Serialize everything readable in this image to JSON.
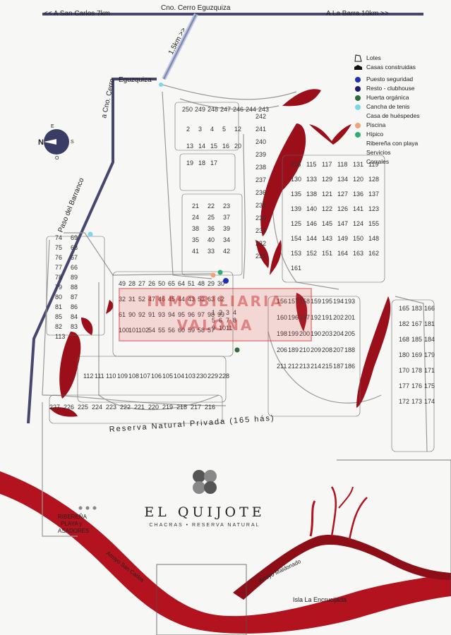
{
  "top_bar": {
    "left_label": "<< A San Carlos 7km",
    "center_label": "Cno. Cerro Eguzquiza",
    "right_label": "A La Barra 10km >>"
  },
  "roads": {
    "km_label": "1,5km >>",
    "eguzquiza": "Eguzquiza",
    "cno_cerro": "a Cno. Cerro",
    "paso_barranco": "Paso del Barranco"
  },
  "compass": {
    "north": "N",
    "east": "E",
    "south": "S",
    "west": "O"
  },
  "legend": [
    {
      "icon": "lot-outline-icon",
      "label": "Lotes"
    },
    {
      "icon": "house-icon",
      "label": "Casas construidas"
    },
    {
      "icon": "dot",
      "color": "#1f2fb5",
      "label": "Puesto seguridad"
    },
    {
      "icon": "dot",
      "color": "#1d1d6b",
      "label": "Resto - clubhouse"
    },
    {
      "icon": "dot",
      "color": "#2c6b3a",
      "label": "Huerta orgánica"
    },
    {
      "icon": "dot",
      "color": "#7fd6e8",
      "label": "Cancha de tenis"
    },
    {
      "icon": "none",
      "label": "Casa de huéspedes"
    },
    {
      "icon": "dot",
      "color": "#f1a27a",
      "label": "Piscina"
    },
    {
      "icon": "dot",
      "color": "#2fae74",
      "label": "Hípico"
    },
    {
      "icon": "none",
      "label": "Ribereña con playa"
    },
    {
      "icon": "none",
      "label": "Servicios"
    },
    {
      "icon": "none",
      "label": "Corrales"
    }
  ],
  "watermark": {
    "line1": "INMOBILIARIA",
    "line2": "VALONA"
  },
  "reserve_label": "Reserva Natural Privada (165 hás)",
  "logo": {
    "name": "EL QUIJOTE",
    "tagline": "CHACRAS • RESERVA NATURAL"
  },
  "ribera_label": {
    "line1": "RIBEREÑA",
    "line2": "PLAYA y",
    "line3": "ASADORES"
  },
  "streams": {
    "san_carlos": "Arroyo San Carlos",
    "maldonado": "Arroyo Maldonado",
    "isla": "Isla La Encrucijada"
  },
  "colors": {
    "water": "#b3121f",
    "water_dark": "#7a0b12",
    "road_main": "#45476e",
    "road_light": "#b9c3dc"
  },
  "lots": {
    "row_north": [
      "250",
      "249",
      "248",
      "247",
      "246",
      "244",
      "243"
    ],
    "block_a": [
      "2",
      "3",
      "4",
      "5",
      "12",
      "13",
      "14",
      "15",
      "16",
      "20",
      "19",
      "18",
      "17"
    ],
    "block_b": [
      "21",
      "22",
      "23",
      "24",
      "25",
      "37",
      "38",
      "36",
      "39",
      "35",
      "40",
      "34",
      "41",
      "33",
      "42"
    ],
    "column_center": [
      "242",
      "241",
      "240",
      "239",
      "238",
      "237",
      "236",
      "235",
      "234",
      "233",
      "232",
      "231"
    ],
    "block_c": [
      "116",
      "115",
      "117",
      "118",
      "131",
      "119",
      "130",
      "133",
      "129",
      "134",
      "120",
      "128",
      "135",
      "138",
      "121",
      "127",
      "136",
      "137",
      "139",
      "140",
      "122",
      "126",
      "141",
      "123",
      "125",
      "146",
      "145",
      "147",
      "124",
      "155",
      "154",
      "144",
      "143",
      "149",
      "150",
      "148",
      "153",
      "152",
      "151",
      "164",
      "163",
      "162",
      "161"
    ],
    "west_strip": [
      "74",
      "69",
      "75",
      "68",
      "76",
      "67",
      "77",
      "66",
      "78",
      "89",
      "79",
      "88",
      "80",
      "87",
      "81",
      "86",
      "85",
      "84",
      "82",
      "83",
      "113"
    ],
    "block_d": [
      "49",
      "28",
      "27",
      "26",
      "50",
      "65",
      "64",
      "51",
      "48",
      "29",
      "30",
      "32",
      "31",
      "52",
      "47",
      "46",
      "45",
      "44",
      "43",
      "53",
      "63",
      "62",
      "61",
      "90",
      "92",
      "91",
      "93",
      "94",
      "95",
      "96",
      "97",
      "98",
      "99",
      "100",
      "101",
      "102",
      "54",
      "55",
      "56",
      "60",
      "59",
      "58",
      "57"
    ],
    "block_e": [
      "1",
      "2",
      "3",
      "4",
      "5",
      "6",
      "7",
      "8",
      "9",
      "10",
      "11"
    ],
    "south_row": [
      "112",
      "111",
      "110",
      "109",
      "108",
      "107",
      "106",
      "105",
      "104",
      "103",
      "230",
      "229",
      "228"
    ],
    "bottom_row": [
      "227",
      "226",
      "225",
      "224",
      "223",
      "222",
      "221",
      "220",
      "219",
      "218",
      "217",
      "216"
    ],
    "block_f": [
      "156",
      "157",
      "158",
      "159",
      "195",
      "194",
      "193",
      "160",
      "196",
      "197",
      "192",
      "191",
      "202",
      "201",
      "198",
      "199",
      "200",
      "190",
      "203",
      "204",
      "205",
      "206",
      "189",
      "210",
      "209",
      "208",
      "207",
      "188",
      "211",
      "212",
      "213",
      "214",
      "215",
      "187",
      "186"
    ],
    "block_g": [
      "165",
      "183",
      "166",
      "182",
      "167",
      "181",
      "168",
      "185",
      "184",
      "180",
      "169",
      "179",
      "170",
      "178",
      "171",
      "177",
      "176",
      "175",
      "172",
      "173",
      "174"
    ]
  }
}
